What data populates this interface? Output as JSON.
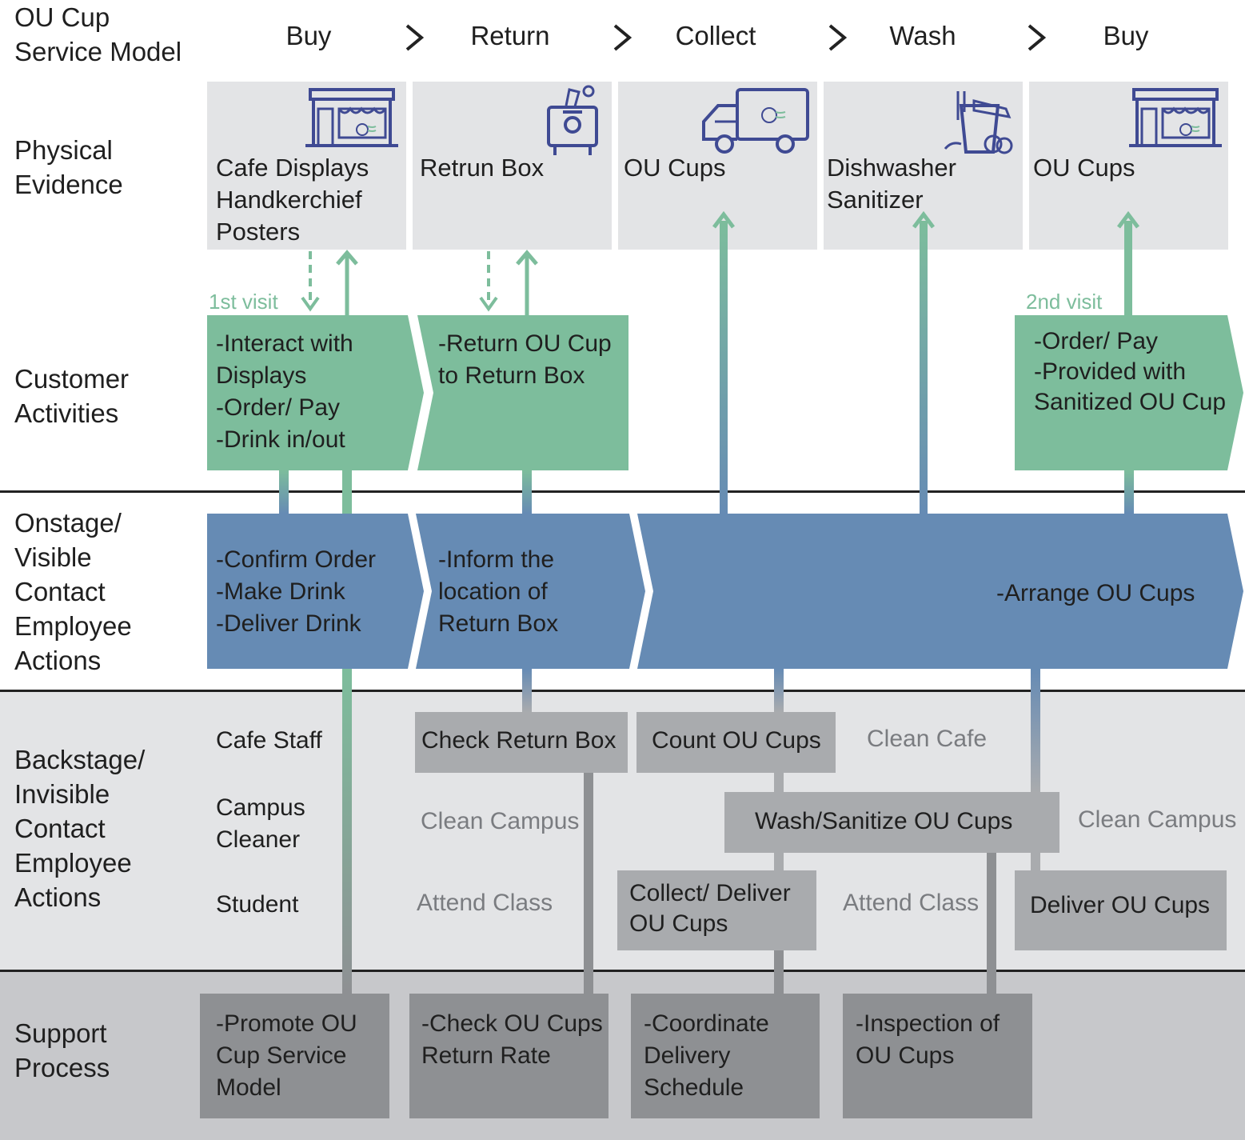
{
  "title": "OU Cup\nService Model",
  "stages": [
    "Buy",
    "Return",
    "Collect",
    "Wash",
    "Buy"
  ],
  "rows": {
    "physical_evidence": "Physical\nEvidence",
    "customer_activities": "Customer\nActivities",
    "onstage": "Onstage/\nVisible\nContact\nEmployee\nActions",
    "backstage": "Backstage/\nInvisible\nContact\nEmployee\nActions",
    "support": "Support\nProcess"
  },
  "physical_evidence": [
    {
      "text": "Cafe Displays\nHandkerchief\nPosters",
      "icon": "storefront-icon"
    },
    {
      "text": "Retrun Box",
      "icon": "return-box-icon"
    },
    {
      "text": "OU Cups",
      "icon": "delivery-truck-icon"
    },
    {
      "text": "Dishwasher\nSanitizer",
      "icon": "dishwasher-icon"
    },
    {
      "text": "OU Cups",
      "icon": "storefront-icon"
    }
  ],
  "visits": [
    "1st visit",
    "2nd visit"
  ],
  "customer_activities": [
    "-Interact with\n Displays\n-Order/ Pay\n-Drink in/out",
    "-Return OU Cup\n to Return Box",
    "-Order/ Pay\n-Provided with\n Sanitized OU Cup"
  ],
  "onstage_actions": [
    "-Confirm Order\n-Make Drink\n-Deliver Drink",
    "-Inform the\n location of\n Return Box",
    "-Arrange OU Cups"
  ],
  "backstage_roles": [
    "Cafe Staff",
    "Campus\nCleaner",
    "Student"
  ],
  "backstage_boxes": {
    "check_return_box": "Check Return Box",
    "count_ou_cups": "Count OU Cups",
    "wash_sanitize": "Wash/Sanitize OU Cups",
    "collect_deliver": "Collect/ Deliver\n OU Cups",
    "deliver_ou_cups": "Deliver OU Cups"
  },
  "backstage_other": {
    "clean_cafe": "Clean Cafe",
    "clean_campus_1": "Clean Campus",
    "clean_campus_2": "Clean Campus",
    "attend_class_1": "Attend Class",
    "attend_class_2": "Attend Class"
  },
  "support_processes": [
    "-Promote OU\n Cup Service\n Model",
    "-Check OU Cups\n Return Rate",
    "-Coordinate\n Delivery\n Schedule",
    "-Inspection of\n OU Cups"
  ],
  "colors": {
    "green": "#7dbd9c",
    "blue": "#668bb4",
    "icon_navy": "#3f4a93",
    "evidence_bg": "#e3e4e6",
    "backstage_bg": "#e3e4e6",
    "support_bg": "#c7c8cb",
    "grey_box": "#a9abae",
    "support_box": "#8e9093",
    "faint_text": "#7a7c80"
  }
}
